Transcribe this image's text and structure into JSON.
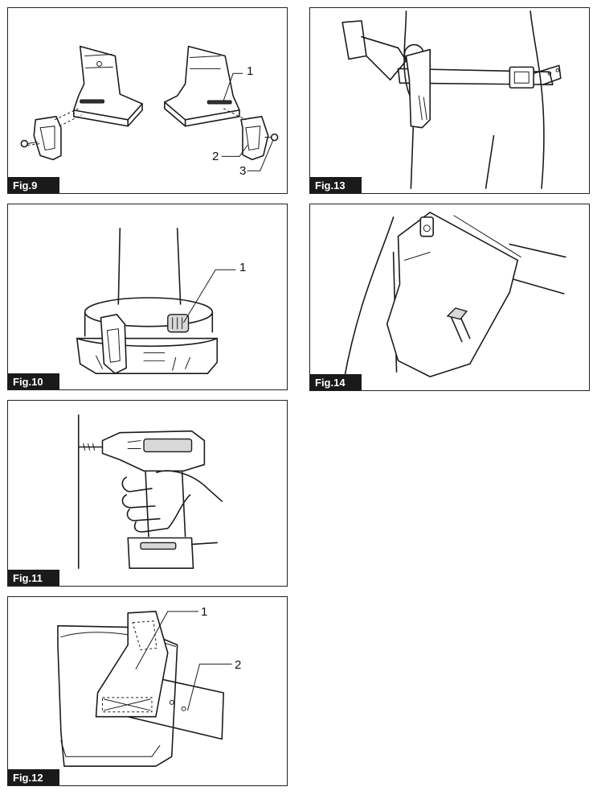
{
  "figures": [
    {
      "id": "fig9",
      "label": "Fig.9",
      "callouts": [
        "1",
        "2",
        "3"
      ]
    },
    {
      "id": "fig10",
      "label": "Fig.10",
      "callouts": [
        "1"
      ]
    },
    {
      "id": "fig11",
      "label": "Fig.11",
      "callouts": []
    },
    {
      "id": "fig12",
      "label": "Fig.12",
      "callouts": [
        "1",
        "2"
      ]
    },
    {
      "id": "fig13",
      "label": "Fig.13",
      "callouts": []
    },
    {
      "id": "fig14",
      "label": "Fig.14",
      "callouts": []
    }
  ]
}
